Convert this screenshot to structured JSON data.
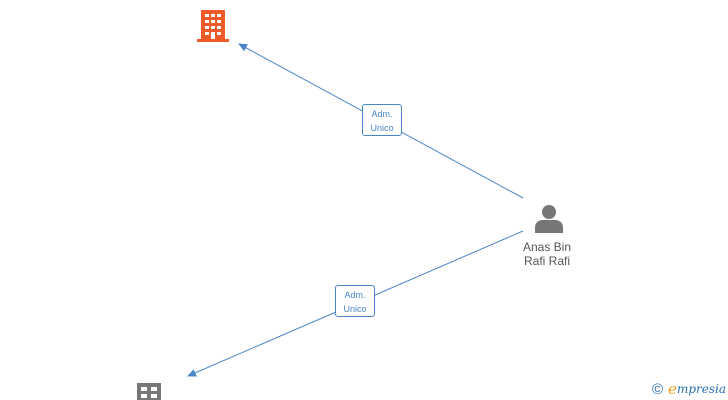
{
  "colors": {
    "edge": "#4a86c8",
    "company_primary": "#f05a28",
    "company_secondary": "#777777",
    "person": "#777777",
    "brand_accent": "#f0a020"
  },
  "nodes": {
    "company_top": {
      "icon": "building-icon"
    },
    "company_bottom": {
      "icon": "building-icon"
    },
    "person": {
      "icon": "person-icon",
      "name_line1": "Anas Bin",
      "name_line2": "Rafi Rafi"
    }
  },
  "edges": [
    {
      "from": "person",
      "to": "company_top",
      "label_line1": "Adm.",
      "label_line2": "Unico"
    },
    {
      "from": "person",
      "to": "company_bottom",
      "label_line1": "Adm.",
      "label_line2": "Unico"
    }
  ],
  "footer": {
    "copyright_symbol": "©",
    "brand_initial": "e",
    "brand_rest": "mpresia"
  }
}
